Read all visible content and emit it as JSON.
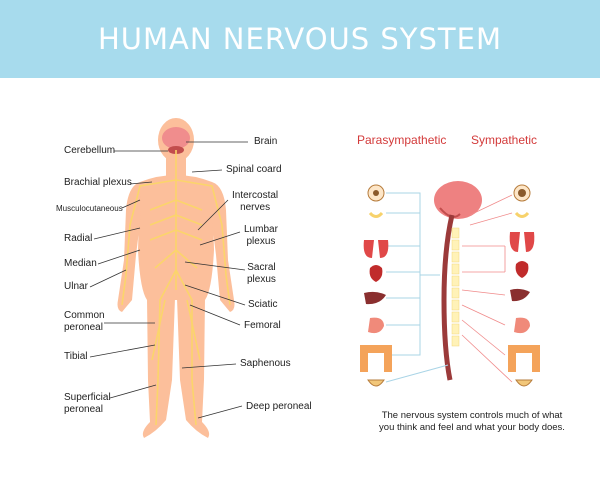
{
  "title": "HUMAN NERVOUS SYSTEM",
  "labels_left": {
    "cerebellum": "Cerebellum",
    "brachial_plexus": "Brachial plexus",
    "musculocutaneous": "Musculocutaneous",
    "radial": "Radial",
    "median": "Median",
    "ulnar": "Ulnar",
    "common_peroneal_1": "Common",
    "common_peroneal_2": "peroneal",
    "tibial": "Tibial",
    "superficial_peroneal_1": "Superficial",
    "superficial_peroneal_2": "peroneal"
  },
  "labels_right": {
    "brain": "Brain",
    "spinal_coard": "Spinal coard",
    "intercostal_1": "Intercostal",
    "intercostal_2": "nerves",
    "lumbar_1": "Lumbar",
    "lumbar_2": "plexus",
    "sacral_1": "Sacral",
    "sacral_2": "plexus",
    "sciatic": "Sciatic",
    "femoral": "Femoral",
    "saphenous": "Saphenous",
    "deep_peroneal": "Deep peroneal"
  },
  "diagram": {
    "parasympathetic": "Parasympathetic",
    "sympathetic": "Sympathetic",
    "caption_line1": "The nervous system controls much of what",
    "caption_line2": "you think and feel and  what your body does."
  },
  "colors": {
    "banner": "#a7dbed",
    "body_skin": "#fcbf9b",
    "nerve": "#fbd56b",
    "header_red": "#d33a3a",
    "connector_blue": "#a9d4e6",
    "connector_red": "#f08a8a"
  }
}
